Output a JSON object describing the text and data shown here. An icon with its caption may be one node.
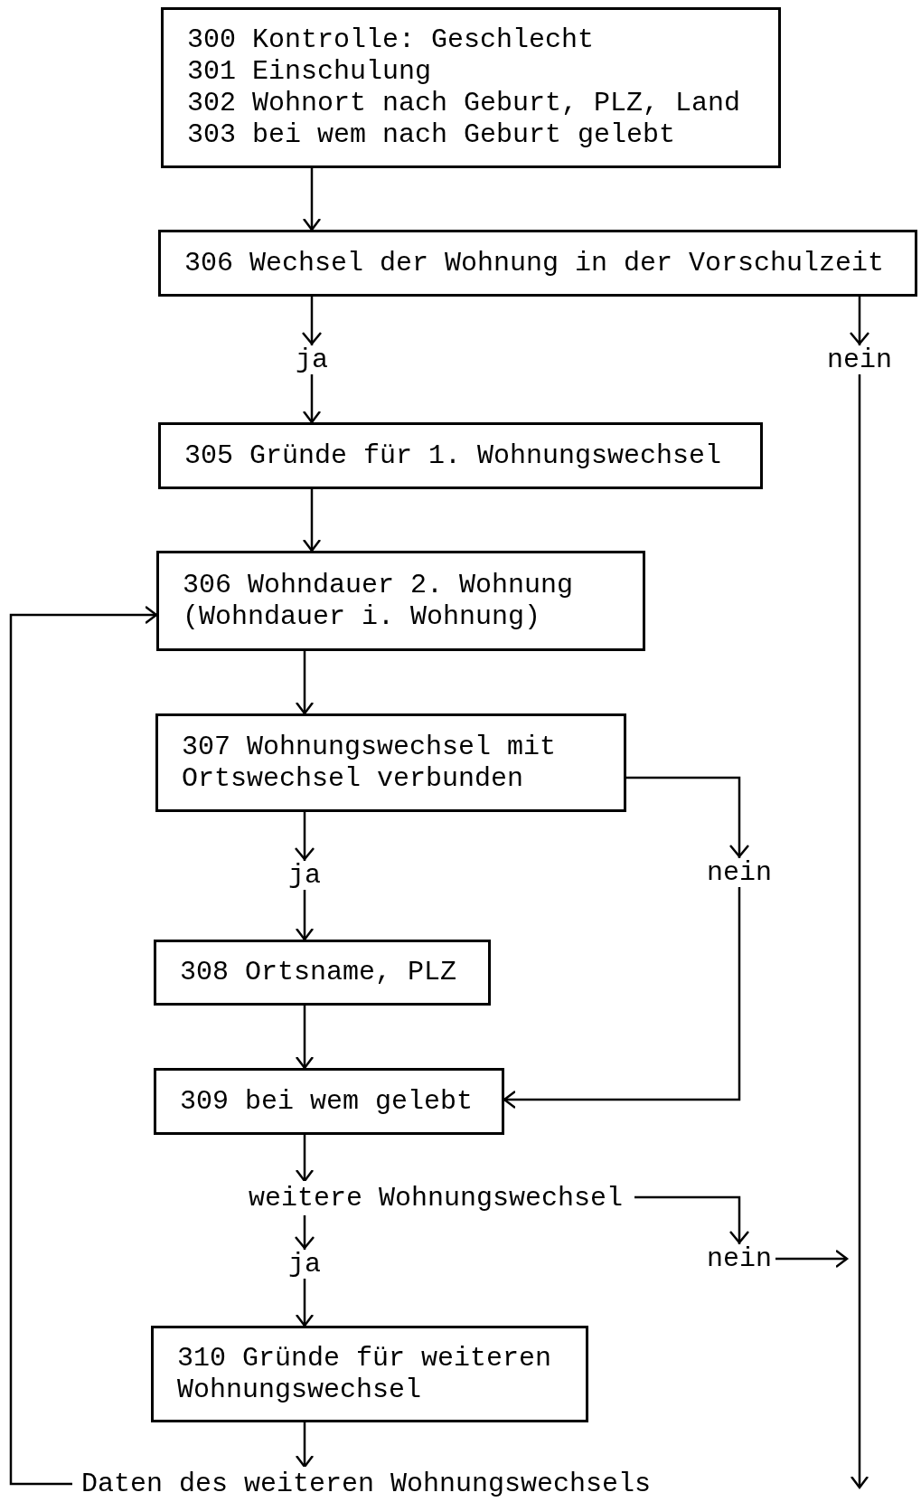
{
  "diagram": {
    "nodes": [
      {
        "text": [
          "300 Kontrolle: Geschlecht",
          "301 Einschulung",
          "302 Wohnort nach Geburt, PLZ, Land",
          "303 bei wem nach Geburt gelebt"
        ]
      },
      {
        "text": [
          "306 Wechsel der Wohnung in der Vorschulzeit"
        ]
      },
      {
        "text": [
          "305 Gründe für 1. Wohnungswechsel"
        ]
      },
      {
        "text": [
          "306 Wohndauer 2. Wohnung (Wohndauer i. Wohnung)"
        ]
      },
      {
        "text": [
          "307 Wohnungswechsel mit Ortswechsel verbunden"
        ]
      },
      {
        "text": [
          "308 Ortsname, PLZ"
        ]
      },
      {
        "text": [
          "309 bei wem gelebt"
        ]
      },
      {
        "text": [
          "weitere Wohnungswechsel"
        ]
      },
      {
        "text": [
          "310 Gründe für weiteren Wohnungswechsel"
        ]
      },
      {
        "text": [
          "Daten des weiteren Wohnungswechsels"
        ]
      }
    ],
    "edges": [
      {
        "from": 0,
        "to": 1,
        "arrow": "to"
      },
      {
        "from": 1,
        "to": 2,
        "arrow": "to",
        "label": "ja"
      },
      {
        "from": 1,
        "to": null,
        "arrow": "to",
        "label": "nein"
      },
      {
        "from": 2,
        "to": 3,
        "arrow": "to"
      },
      {
        "from": 3,
        "to": 4,
        "arrow": "to"
      },
      {
        "from": 4,
        "to": 5,
        "arrow": "to",
        "label": "ja"
      },
      {
        "from": 4,
        "to": 6,
        "arrow": "to",
        "label": "nein"
      },
      {
        "from": 5,
        "to": 6,
        "arrow": "to"
      },
      {
        "from": 6,
        "to": 7,
        "arrow": "to"
      },
      {
        "from": 7,
        "to": 8,
        "arrow": "to",
        "label": "ja"
      },
      {
        "from": 7,
        "to": null,
        "arrow": "to",
        "label": "nein"
      },
      {
        "from": 8,
        "to": 9,
        "arrow": "to"
      },
      {
        "from": 9,
        "to": 3,
        "arrow": "to"
      }
    ]
  }
}
